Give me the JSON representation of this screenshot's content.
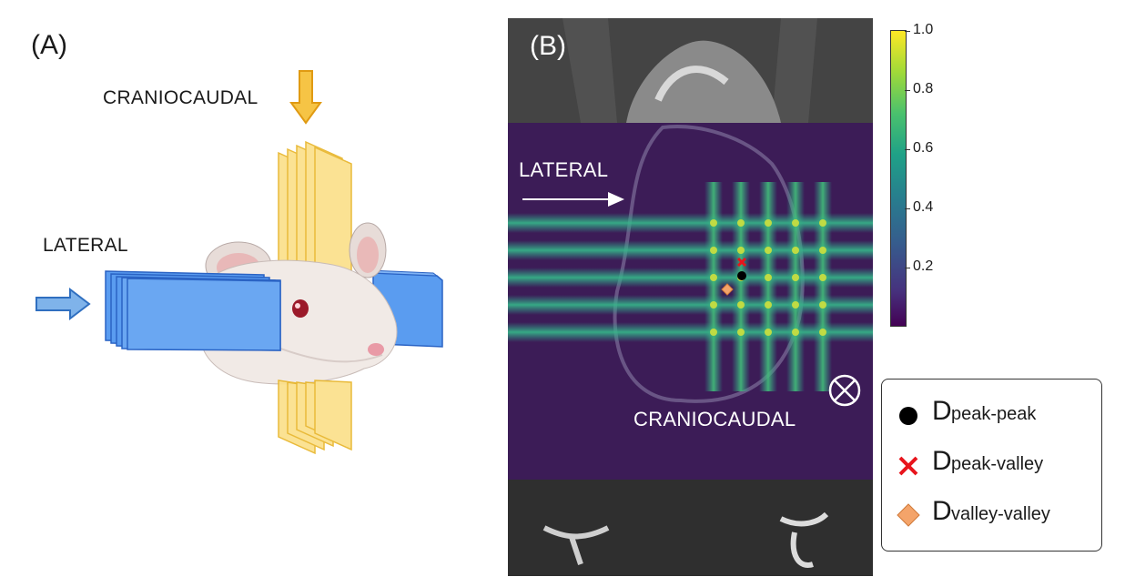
{
  "panel_a": {
    "label": "(A)",
    "craniocaudal_label": "CRANIOCAUDAL",
    "lateral_label": "LATERAL"
  },
  "panel_b": {
    "label": "(B)",
    "lateral_label": "LATERAL",
    "craniocaudal_label": "CRANIOCAUDAL"
  },
  "colorbar": {
    "colormap": "viridis",
    "ticks": [
      "1.0",
      "0.8",
      "0.6",
      "0.4",
      "0.2"
    ]
  },
  "legend": {
    "items": [
      {
        "symbol": "D",
        "subscript": "peak-peak",
        "marker": "circle",
        "color": "#000000"
      },
      {
        "symbol": "D",
        "subscript": "peak-valley",
        "marker": "cross",
        "color": "#e8141c"
      },
      {
        "symbol": "D",
        "subscript": "valley-valley",
        "marker": "diamond",
        "color": "#f4a46a"
      }
    ]
  },
  "colors": {
    "lateral_arrow": "#2f86d6",
    "craniocaudal_arrow": "#f2b822",
    "lateral_planes": "#4a8fe8",
    "craniocaudal_planes": "#f7d774",
    "overlay": "#3d1a5a"
  }
}
